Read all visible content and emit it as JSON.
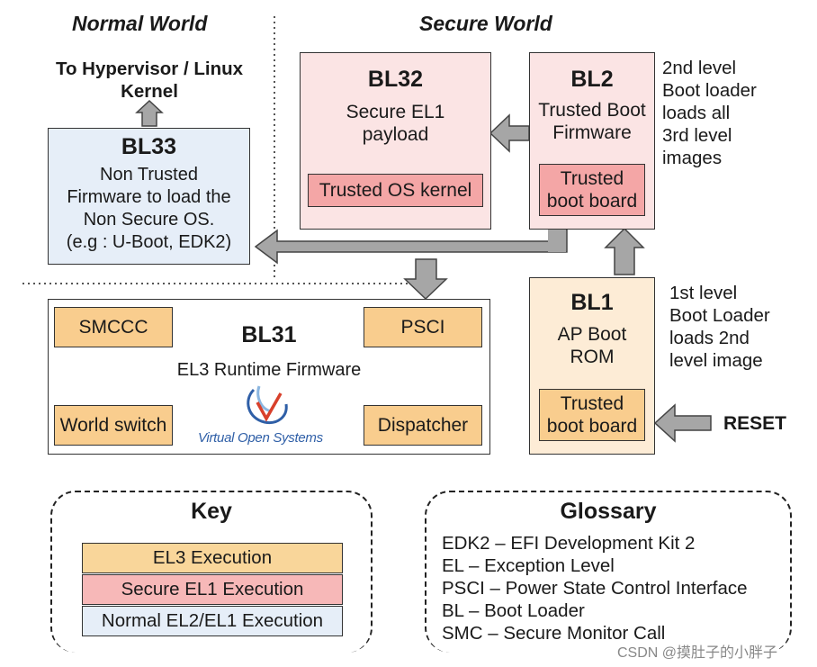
{
  "colors": {
    "normal": "#e6eef8",
    "secure": "#fbe4e4",
    "secure_inner": "#f4a6a6",
    "el3_box": "#fdecd6",
    "el3_inner": "#f9cd8e",
    "key_el3": "#f9d69a",
    "key_secure": "#f7b8b8",
    "key_normal": "#e6eef8",
    "arrow": "#a6a6a6"
  },
  "worlds": {
    "normal": "Normal World",
    "secure": "Secure World"
  },
  "hypervisor_label": "To Hypervisor / Linux\nKernel",
  "bl33": {
    "title": "BL33",
    "text": "Non Trusted\nFirmware to load the\nNon Secure OS.\n(e.g : U-Boot, EDK2)"
  },
  "bl32": {
    "title": "BL32",
    "text": "Secure EL1\npayload",
    "inner": "Trusted OS kernel"
  },
  "bl2": {
    "title": "BL2",
    "text": "Trusted Boot\nFirmware",
    "inner": "Trusted\nboot board",
    "note": "2nd level\nBoot loader\nloads all\n3rd level\nimages"
  },
  "bl1": {
    "title": "BL1",
    "text": "AP Boot\nROM",
    "inner": "Trusted\nboot board",
    "note": "1st level\nBoot Loader\nloads 2nd\nlevel image",
    "reset": "RESET"
  },
  "bl31": {
    "title": "BL31",
    "subtitle": "EL3 Runtime Firmware",
    "smccc": "SMCCC",
    "psci": "PSCI",
    "world_switch": "World switch",
    "dispatcher": "Dispatcher",
    "logo": "Virtual Open Systems"
  },
  "key": {
    "title": "Key",
    "rows": [
      "EL3 Execution",
      "Secure EL1 Execution",
      "Normal EL2/EL1 Execution"
    ]
  },
  "glossary": {
    "title": "Glossary",
    "lines": [
      "EDK2 – EFI Development Kit 2",
      "EL – Exception Level",
      "PSCI – Power State Control Interface",
      "BL – Boot Loader",
      "SMC – Secure Monitor Call"
    ]
  },
  "watermark": "CSDN @摸肚子的小胖子"
}
